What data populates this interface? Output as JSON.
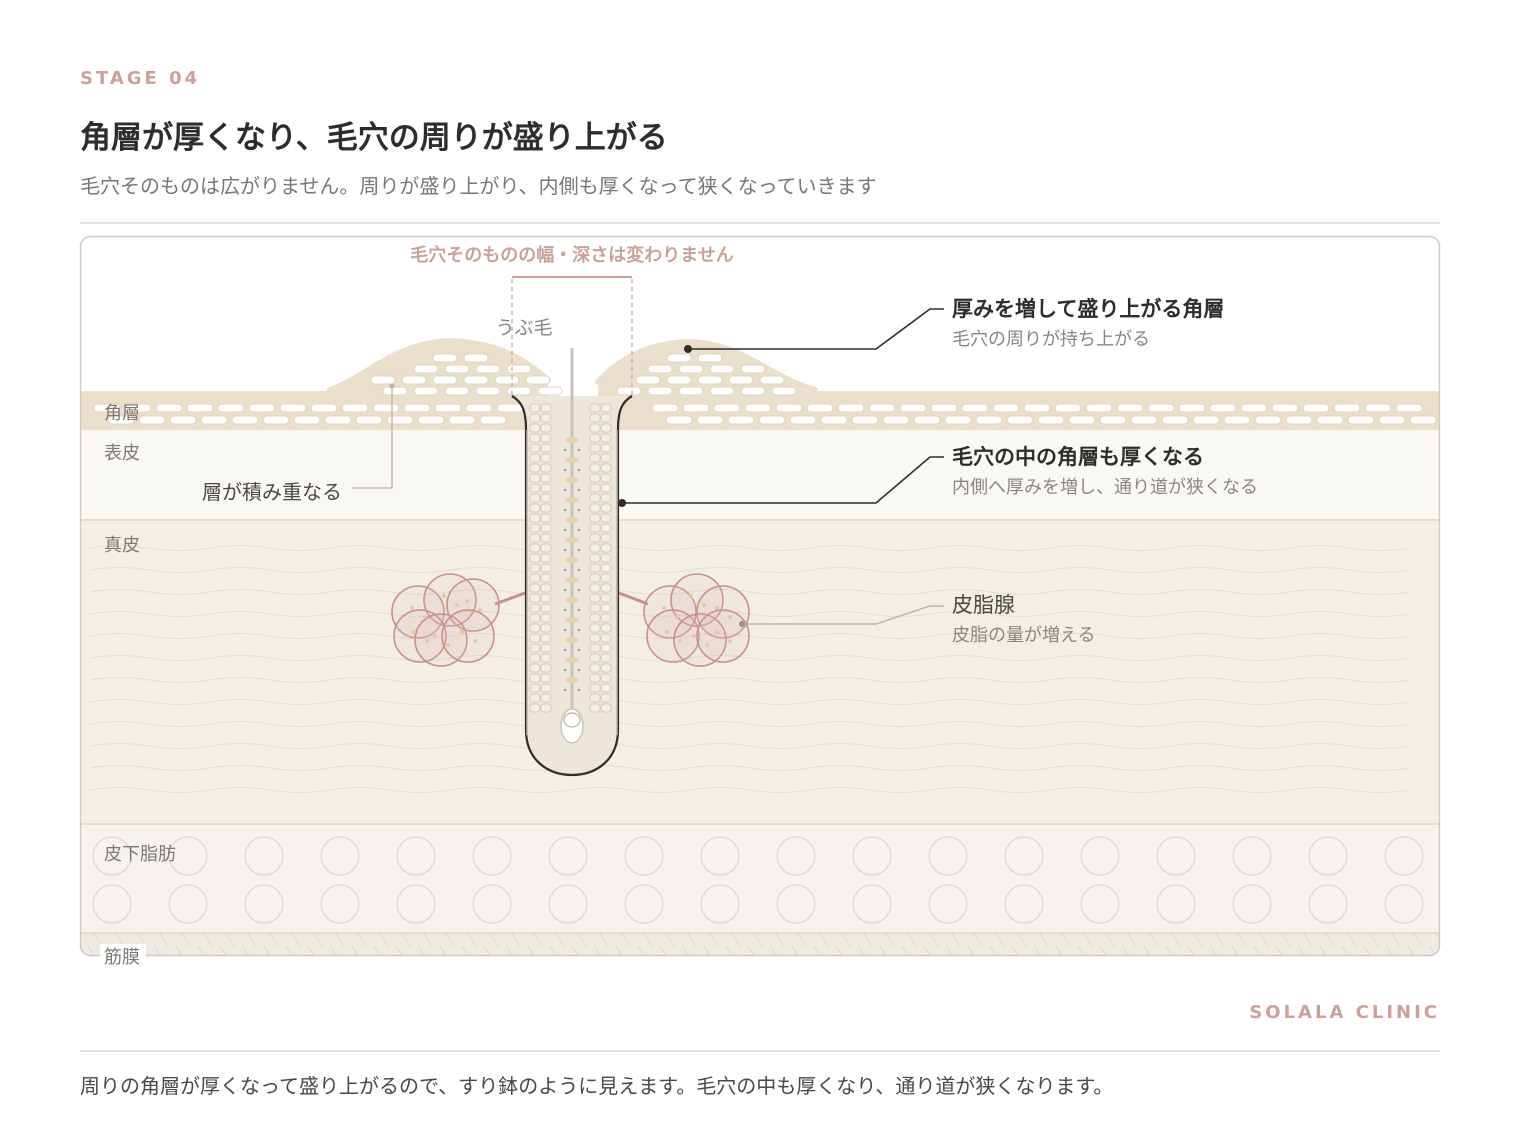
{
  "header": {
    "stage": "STAGE 04",
    "title": "角層が厚くなり、毛穴の周りが盛り上がる",
    "subtitle": "毛穴そのものは広がりません。周りが盛り上がり、内側も厚くなって狭くなっていきます"
  },
  "diagram": {
    "top_note": "毛穴そのものの幅・深さは変わりません",
    "vellus_hair": "うぶ毛",
    "layers": {
      "stratum_corneum": "角層",
      "epidermis": "表皮",
      "dermis": "真皮",
      "subcutaneous": "皮下脂肪",
      "fascia": "筋膜"
    },
    "left_annotation": "層が積み重なる",
    "annotations": [
      {
        "title": "厚みを増して盛り上がる角層",
        "desc": "毛穴の周りが持ち上がる"
      },
      {
        "title": "毛穴の中の角層も厚くなる",
        "desc": "内側へ厚みを増し、通り道が狭くなる"
      },
      {
        "title": "皮脂腺",
        "desc": "皮脂の量が増える"
      }
    ],
    "colors": {
      "accent": "#c9a196",
      "dark_line": "#2f2d2b",
      "stratum_band": "#e9dfca",
      "epidermis": "#faf8f3",
      "dermis": "#f3efe6",
      "subcutaneous": "#f6f3ee",
      "gland": "#c98f8c"
    }
  },
  "footer": {
    "brand": "SOLALA CLINIC",
    "caption": "周りの角層が厚くなって盛り上がるので、すり鉢のように見えます。毛穴の中も厚くなり、通り道が狭くなります。"
  }
}
